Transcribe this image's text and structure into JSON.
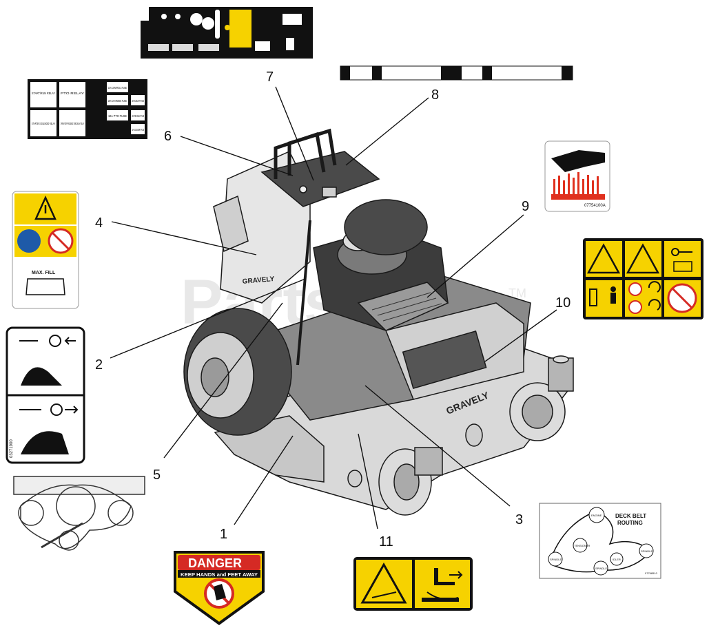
{
  "watermark": {
    "text": "PartsTree",
    "tm": "TM"
  },
  "callouts": [
    {
      "id": 1,
      "label": "1"
    },
    {
      "id": 2,
      "label": "2"
    },
    {
      "id": 3,
      "label": "3"
    },
    {
      "id": 4,
      "label": "4"
    },
    {
      "id": 5,
      "label": "5"
    },
    {
      "id": 6,
      "label": "6"
    },
    {
      "id": 7,
      "label": "7"
    },
    {
      "id": 8,
      "label": "8"
    },
    {
      "id": 9,
      "label": "9"
    },
    {
      "id": 10,
      "label": "10"
    },
    {
      "id": 11,
      "label": "11"
    }
  ],
  "fuse_decal": {
    "relays": [
      "START/RUN RELAY",
      "PTO RELAY",
      "STARTER SOLENOID RELAY",
      "OPERATOR PRESENCE TIME DELAY RELAY"
    ],
    "fuses": [
      "10A CONTROLS FUSE",
      "20A CHARGING FUSE",
      "15A AUXILIARY FUSE",
      "10A PTO FUSE",
      "10A TIME DELAY FUSE",
      "15A ACCESSORY FUSE"
    ]
  },
  "fuel_decal": {
    "max_fill": "MAX. FILL"
  },
  "hot_decal": {
    "part_no": "07754100A"
  },
  "danger_decal": {
    "title": "DANGER",
    "subtitle": "KEEP HANDS and FEET AWAY"
  },
  "belt_decal": {
    "title_line1": "DECK BELT",
    "title_line2": "ROUTING",
    "pulleys": [
      "ENGINE",
      "TENSIONER",
      "SPINDLE",
      "IDLER",
      "SPINDLE",
      "SPINDLE"
    ],
    "part_no": "07768510"
  },
  "brake_decal": {
    "part_no": "03271900"
  },
  "mower_brand": "GRAVELY",
  "colors": {
    "decal_yellow": "#f6d200",
    "danger_red": "#d52a24",
    "hot_red": "#e0301e"
  }
}
